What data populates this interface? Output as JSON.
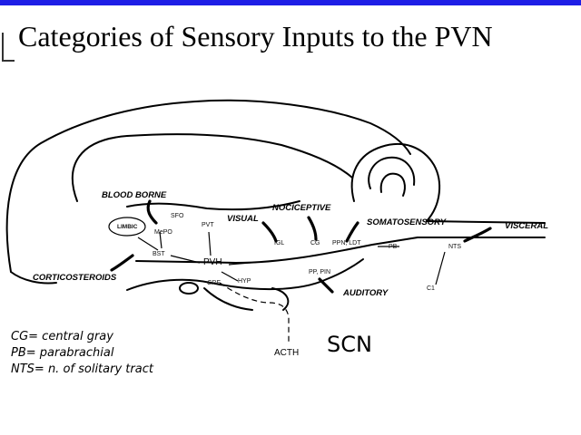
{
  "slide": {
    "title": "Categories of Sensory Inputs to the PVN"
  },
  "diagram": {
    "categories": {
      "blood_borne": "BLOOD BORNE",
      "limbic": "LIMBIC",
      "corticosteroids": "CORTICOSTEROIDS",
      "visual": "VISUAL",
      "nociceptive": "NOCICEPTIVE",
      "somatosensory": "SOMATOSENSORY",
      "visceral": "VISCERAL",
      "auditory": "AUDITORY"
    },
    "nuclei": {
      "sfo": "SFO",
      "mepo": "MePO",
      "pvt": "PVT",
      "bst": "BST",
      "pvh": "PVH",
      "hyp": "HYP",
      "crf": "CRF",
      "igl": "IGL",
      "cg": "CG",
      "ppn_ldt": "PPN, LDT",
      "pb": "PB",
      "nts": "NTS",
      "pp_pin": "PP, PIN",
      "c1": "C1",
      "acth": "ACTH"
    },
    "handwritten": {
      "legend": [
        "CG= central gray",
        "PB= parabrachial",
        "NTS= n. of solitary tract"
      ],
      "scn": "SCN"
    }
  }
}
